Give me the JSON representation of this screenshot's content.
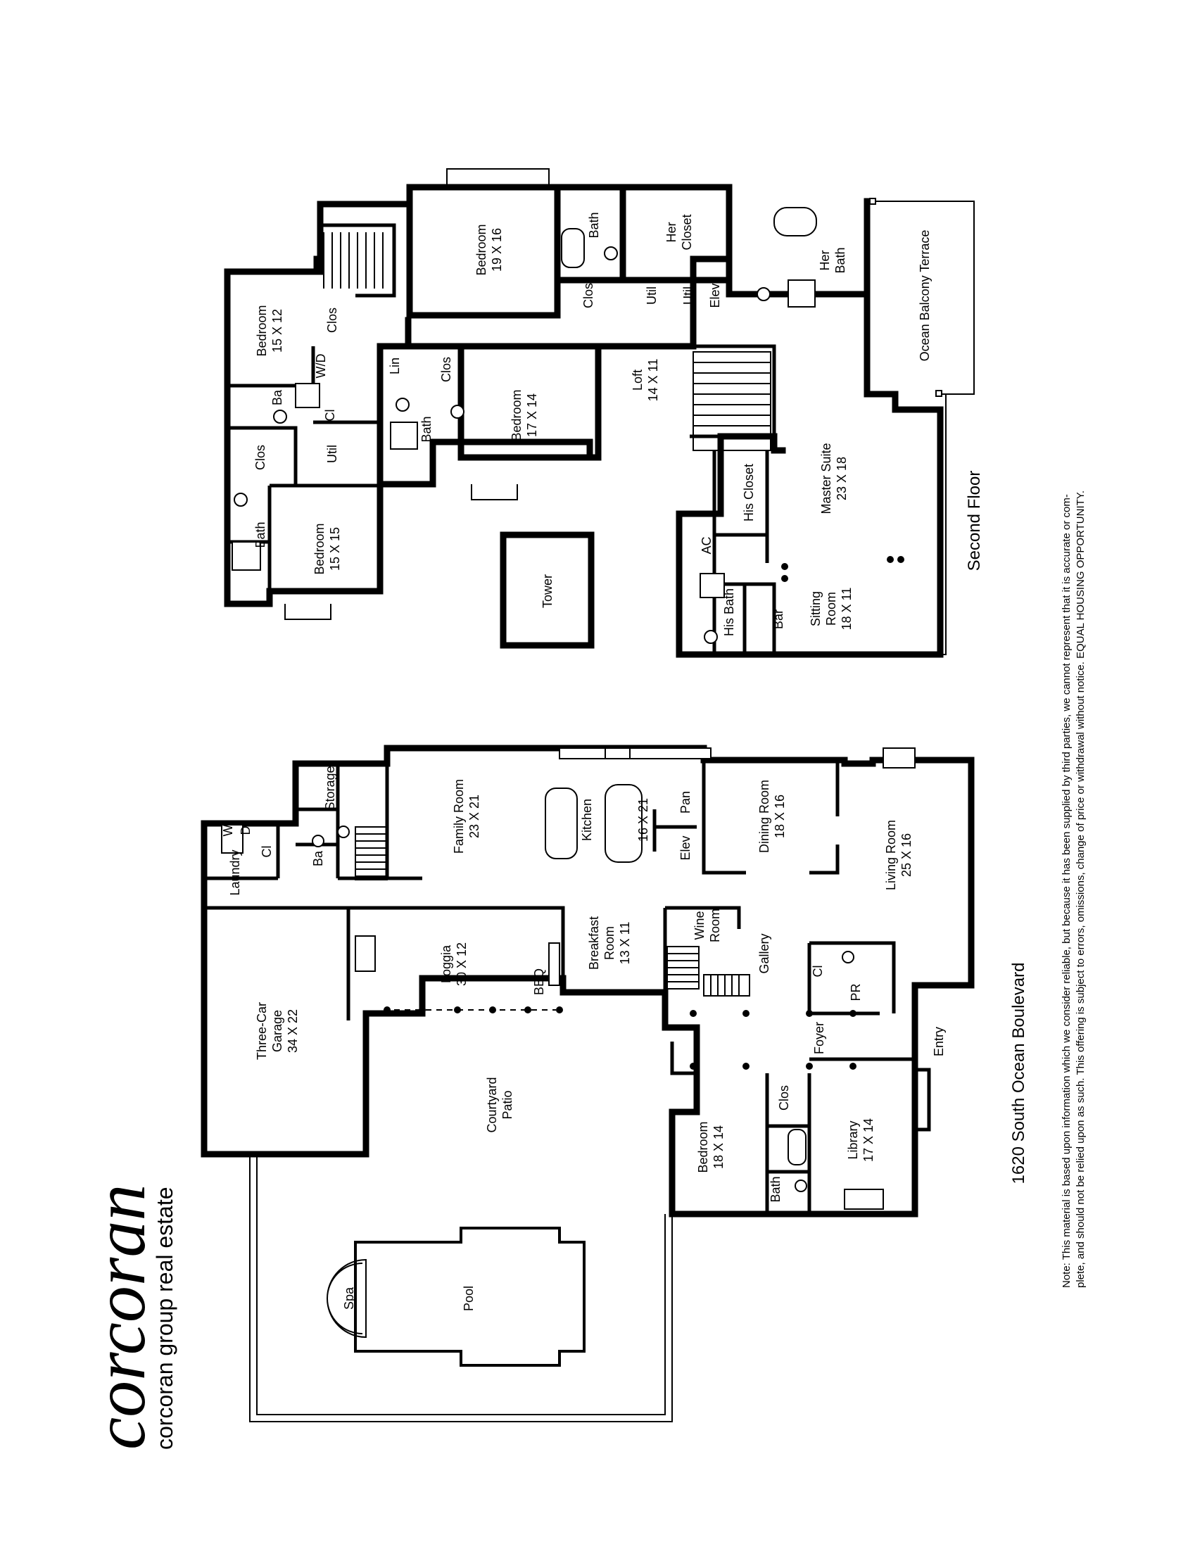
{
  "brand": {
    "logo_text": "corcoran",
    "tagline": "corcoran group real estate"
  },
  "address": "1620 South Ocean Boulevard",
  "second_floor_label": "Second Floor",
  "note": {
    "line1": "Note: This material is based upon information which we consider reliable, but because it has been supplied by third parties, we cannot represent that it is accurate or com-",
    "line2": "plete, and should not be relied upon as such.  This offering is subject to errors, omissions, change of price or withdrawal without notice. EQUAL HOUSING OPPORTUNITY."
  },
  "first_floor": {
    "three_car_garage": {
      "name": "Three-Car",
      "name2": "Garage",
      "size": "34 X 22"
    },
    "laundry": "Laundry",
    "w": "W",
    "d": "D",
    "cl_laundry": "Cl",
    "ba": "Ba",
    "storage": "Storage",
    "family_room": {
      "name": "Family Room",
      "size": "23 X 21"
    },
    "kitchen": {
      "name": "Kitchen",
      "size": "16 X 21"
    },
    "pan": "Pan",
    "elev": "Elev",
    "dining_room": {
      "name": "Dining Room",
      "size": "18 X 16"
    },
    "living_room": {
      "name": "Living Room",
      "size": "25 X 16"
    },
    "loggia": {
      "name": "Loggia",
      "size": "30 X 12"
    },
    "bbq": "BBQ",
    "breakfast_room": {
      "name": "Breakfast",
      "name2": "Room",
      "size": "13 X 11"
    },
    "wine_room": {
      "name": "Wine",
      "name2": "Room"
    },
    "gallery": "Gallery",
    "cl_gallery": "Cl",
    "pr": "PR",
    "foyer": "Foyer",
    "entry": "Entry",
    "courtyard_patio": {
      "name": "Courtyard",
      "name2": "Patio"
    },
    "bedroom": {
      "name": "Bedroom",
      "size": "18 X 14"
    },
    "clos": "Clos",
    "bath": "Bath",
    "library": {
      "name": "Library",
      "size": "17 X 14"
    },
    "pool": "Pool",
    "spa": "Spa"
  },
  "second_floor": {
    "bedroom_15x12": {
      "name": "Bedroom",
      "size": "15 X 12"
    },
    "clos_a": "Clos",
    "wd": "W/D",
    "ba": "Ba",
    "cl": "Cl",
    "clos_b": "Clos",
    "util_a": "Util",
    "bath_a": "Bath",
    "bedroom_15x15": {
      "name": "Bedroom",
      "size": "15 X 15"
    },
    "lin": "Lin",
    "clos_c": "Clos",
    "bath_b": "Bath",
    "bedroom_17x14": {
      "name": "Bedroom",
      "size": "17 X 14"
    },
    "bedroom_19x16": {
      "name": "Bedroom",
      "size": "19 X 16"
    },
    "bath_c": "Bath",
    "clos_d": "Clos",
    "her_closet": {
      "name": "Her",
      "name2": "Closet"
    },
    "util_b": "Util",
    "util_c": "Util",
    "elev": "Elev",
    "her_bath": {
      "name": "Her",
      "name2": "Bath"
    },
    "loft": {
      "name": "Loft",
      "size": "14 X 11"
    },
    "ocean_balcony_terrace": "Ocean Balcony Terrace",
    "tower": "Tower",
    "master_suite": {
      "name": "Master Suite",
      "size": "23 X 18"
    },
    "his_closet": "His Closet",
    "ac": "AC",
    "his_bath": "His Bath",
    "bar": "Bar",
    "sitting_room": {
      "name": "Sitting",
      "name2": "Room",
      "size": "18 X 11"
    }
  }
}
